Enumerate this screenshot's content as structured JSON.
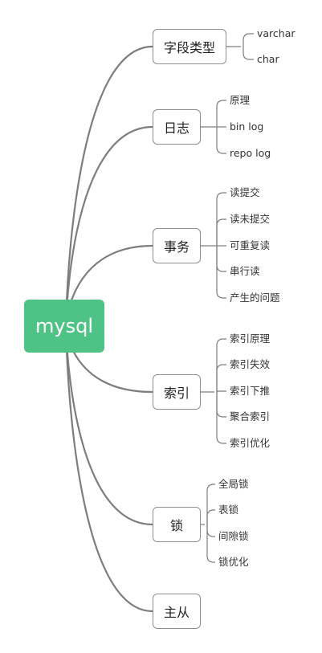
{
  "root": {
    "label": "mysql"
  },
  "branches": [
    {
      "label": "字段类型",
      "children": [
        "varchar",
        "char"
      ]
    },
    {
      "label": "日志",
      "children": [
        "原理",
        "bin log",
        "repo log"
      ]
    },
    {
      "label": "事务",
      "children": [
        "读提交",
        "读未提交",
        "可重复读",
        "串行读",
        "产生的问题"
      ]
    },
    {
      "label": "索引",
      "children": [
        "索引原理",
        "索引失效",
        "索引下推",
        "聚合索引",
        "索引优化"
      ]
    },
    {
      "label": "锁",
      "children": [
        "全局锁",
        "表锁",
        "间隙锁",
        "锁优化"
      ]
    },
    {
      "label": "主从",
      "children": []
    }
  ],
  "colors": {
    "root_fill": "#4fc285",
    "line": "#7d7d7d",
    "node_border": "#8f8f8f"
  }
}
